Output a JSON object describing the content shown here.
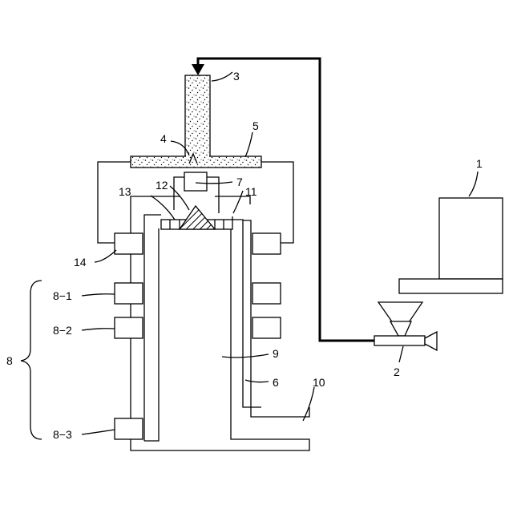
{
  "labels": {
    "l1": "1",
    "l2": "2",
    "l3": "3",
    "l4": "4",
    "l5": "5",
    "l6": "6",
    "l7": "7",
    "l8": "8",
    "l8_1": "8−1",
    "l8_2": "8−2",
    "l8_3": "8−3",
    "l9": "9",
    "l10": "10",
    "l11": "11",
    "l12": "12",
    "l13": "13",
    "l14": "14"
  }
}
